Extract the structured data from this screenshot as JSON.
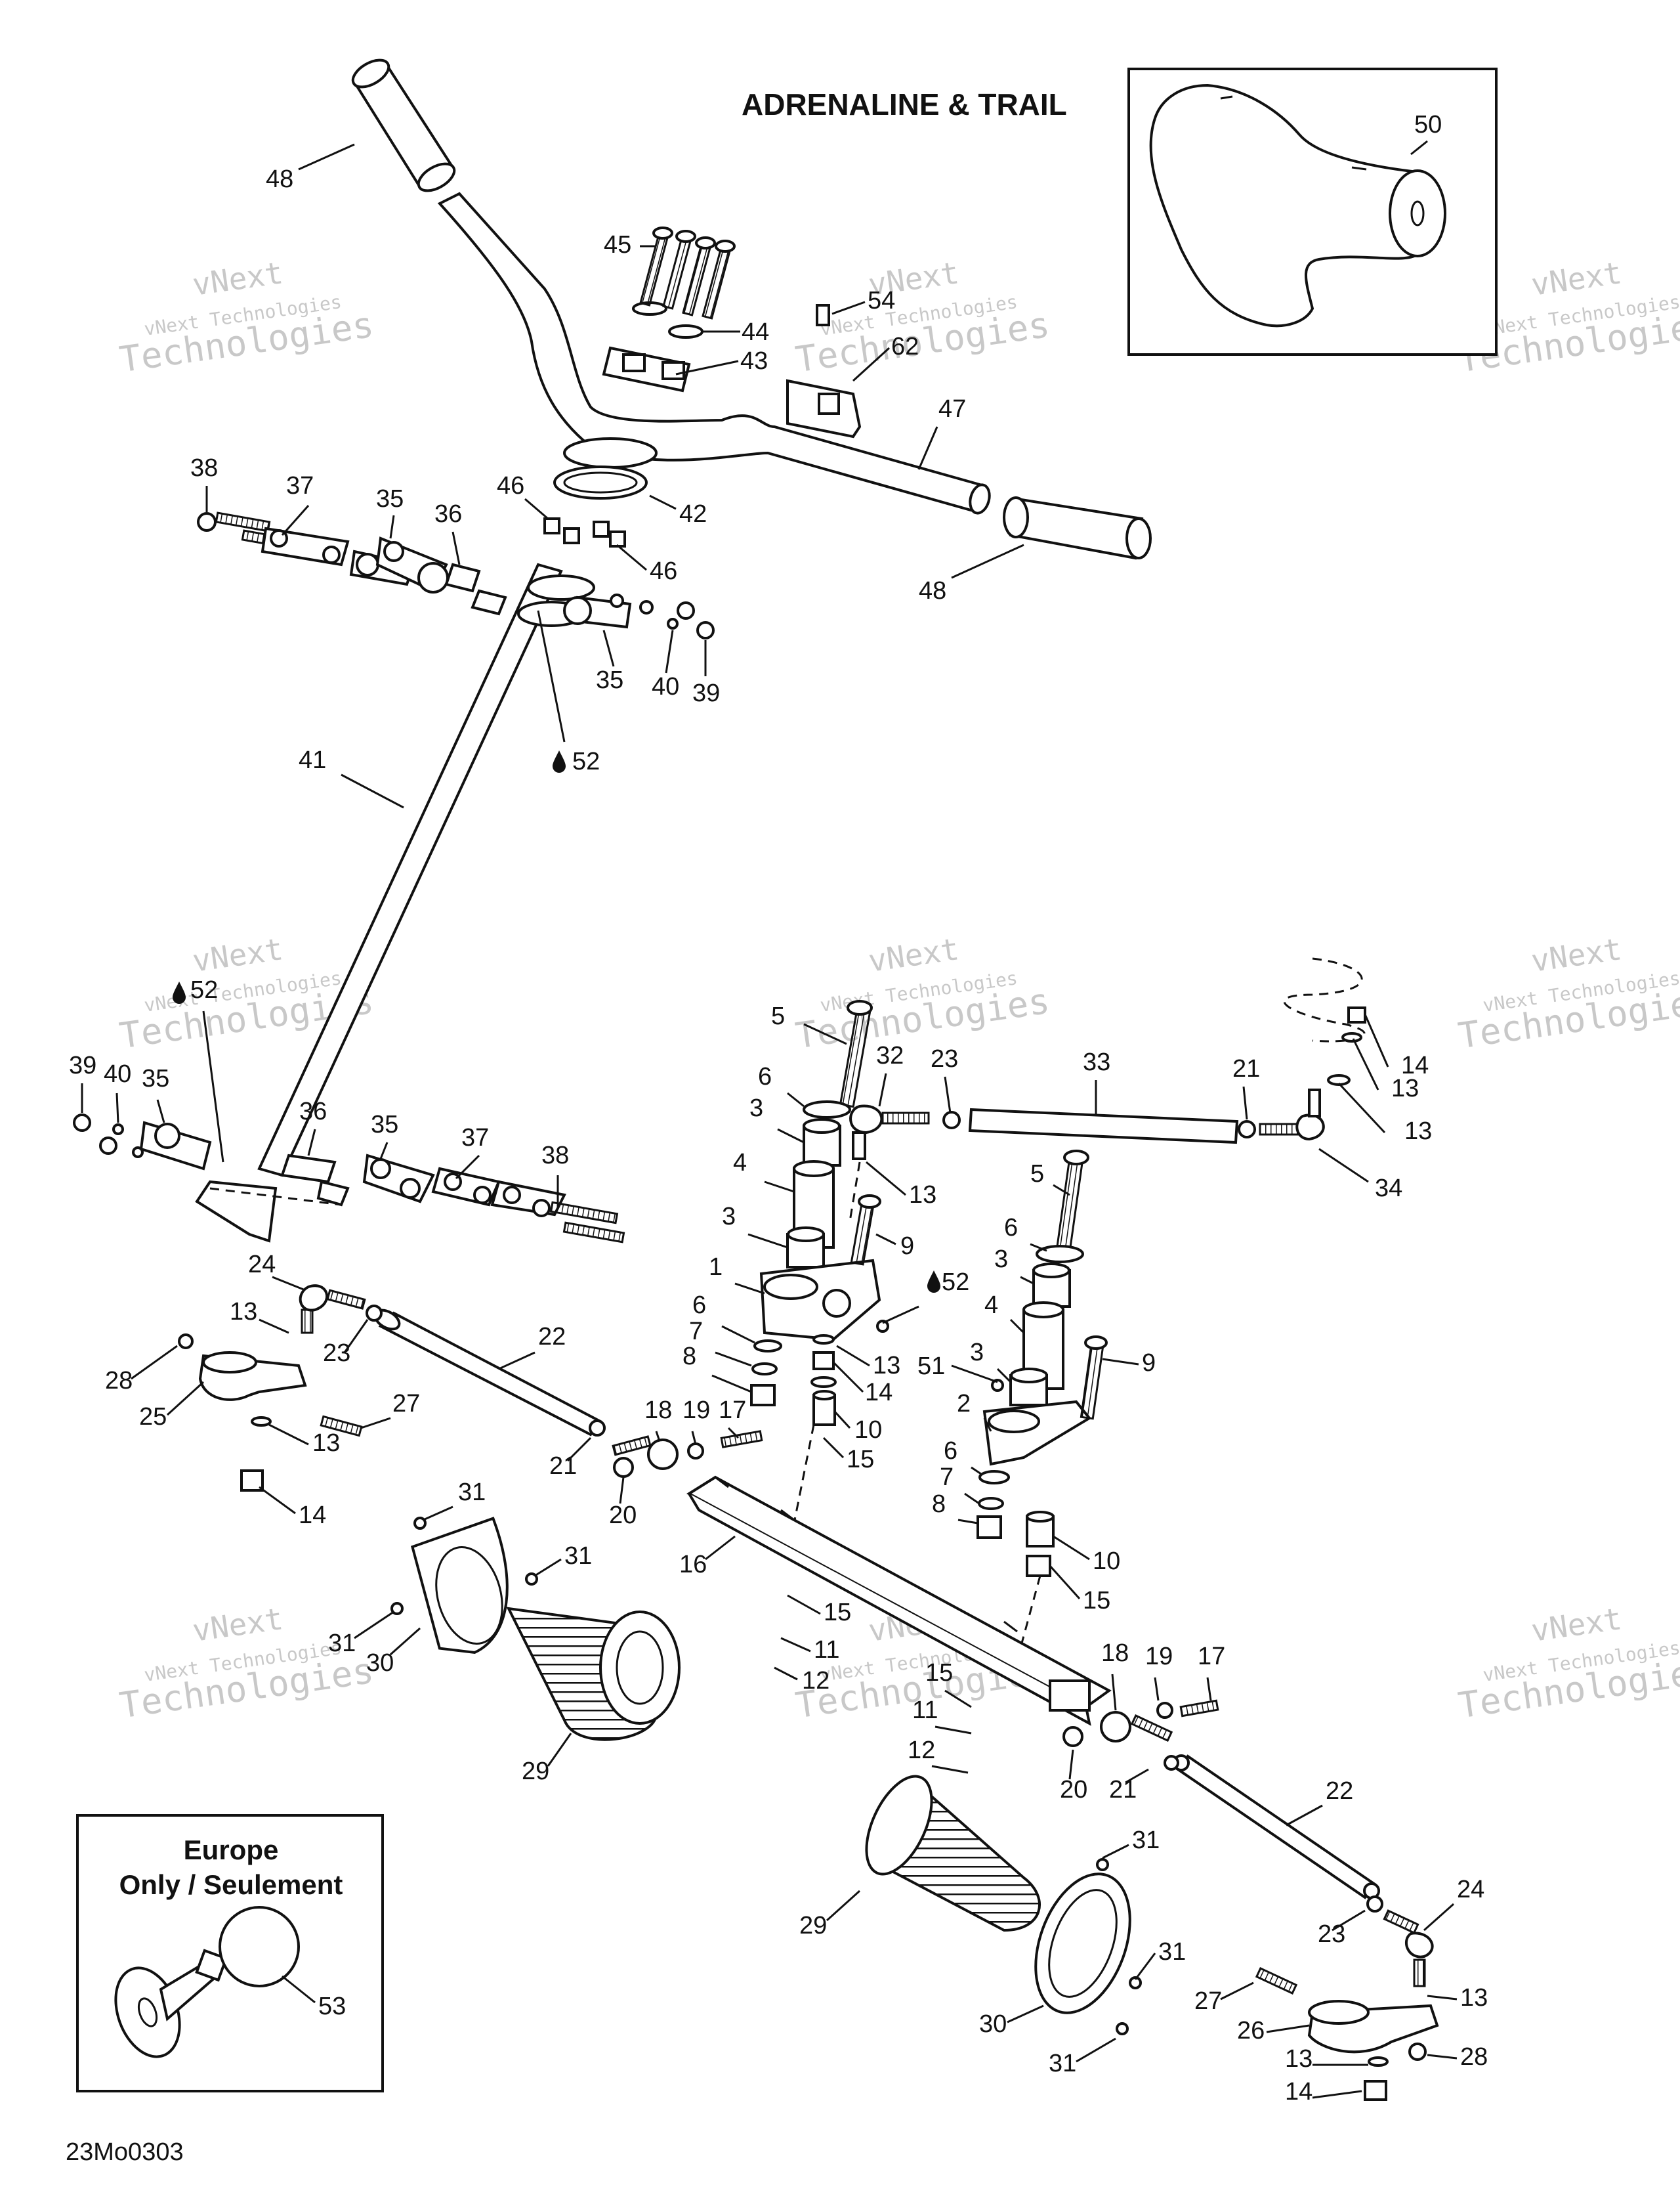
{
  "diagram": {
    "title": "ADRENALINE & TRAIL",
    "inset_europe": {
      "line1": "Europe",
      "line2": "Only / Seulement",
      "part": "53"
    },
    "inset_grip": {
      "part": "50"
    },
    "figure_code": "23Mo0303",
    "watermark": {
      "line1": "vNext",
      "line2": "vNext Technologies",
      "line3": "Technologies"
    },
    "callouts": [
      {
        "id": "c48a",
        "label": "48"
      },
      {
        "id": "c45",
        "label": "45"
      },
      {
        "id": "c44",
        "label": "44"
      },
      {
        "id": "c43",
        "label": "43"
      },
      {
        "id": "c54",
        "label": "54"
      },
      {
        "id": "c62",
        "label": "62"
      },
      {
        "id": "c47",
        "label": "47"
      },
      {
        "id": "c42",
        "label": "42"
      },
      {
        "id": "c48b",
        "label": "48"
      },
      {
        "id": "c46a",
        "label": "46"
      },
      {
        "id": "c46b",
        "label": "46"
      },
      {
        "id": "c38a",
        "label": "38"
      },
      {
        "id": "c37a",
        "label": "37"
      },
      {
        "id": "c35a",
        "label": "35"
      },
      {
        "id": "c36a",
        "label": "36"
      },
      {
        "id": "c35b",
        "label": "35"
      },
      {
        "id": "c40a",
        "label": "40"
      },
      {
        "id": "c39a",
        "label": "39"
      },
      {
        "id": "c52a",
        "label": "52"
      },
      {
        "id": "c41",
        "label": "41"
      },
      {
        "id": "c52b",
        "label": "52"
      },
      {
        "id": "c39b",
        "label": "39"
      },
      {
        "id": "c40b",
        "label": "40"
      },
      {
        "id": "c35c",
        "label": "35"
      },
      {
        "id": "c36b",
        "label": "36"
      },
      {
        "id": "c35d",
        "label": "35"
      },
      {
        "id": "c37b",
        "label": "37"
      },
      {
        "id": "c38b",
        "label": "38"
      },
      {
        "id": "c5a",
        "label": "5"
      },
      {
        "id": "c6a",
        "label": "6"
      },
      {
        "id": "c3a",
        "label": "3"
      },
      {
        "id": "c4a",
        "label": "4"
      },
      {
        "id": "c3b",
        "label": "3"
      },
      {
        "id": "c1",
        "label": "1"
      },
      {
        "id": "c32",
        "label": "32"
      },
      {
        "id": "c23a",
        "label": "23"
      },
      {
        "id": "c33",
        "label": "33"
      },
      {
        "id": "c21a",
        "label": "21"
      },
      {
        "id": "c14a",
        "label": "14"
      },
      {
        "id": "c13a",
        "label": "13"
      },
      {
        "id": "c13b",
        "label": "13"
      },
      {
        "id": "c34",
        "label": "34"
      },
      {
        "id": "c13c",
        "label": "13"
      },
      {
        "id": "c9a",
        "label": "9"
      },
      {
        "id": "c5b",
        "label": "5"
      },
      {
        "id": "c6b",
        "label": "6"
      },
      {
        "id": "c3c",
        "label": "3"
      },
      {
        "id": "c4b",
        "label": "4"
      },
      {
        "id": "c3d",
        "label": "3"
      },
      {
        "id": "c52c",
        "label": "52"
      },
      {
        "id": "c9b",
        "label": "9"
      },
      {
        "id": "c6c",
        "label": "6"
      },
      {
        "id": "c7a",
        "label": "7"
      },
      {
        "id": "c8a",
        "label": "8"
      },
      {
        "id": "c13d",
        "label": "13"
      },
      {
        "id": "c14b",
        "label": "14"
      },
      {
        "id": "c51",
        "label": "51"
      },
      {
        "id": "c10a",
        "label": "10"
      },
      {
        "id": "c15a",
        "label": "15"
      },
      {
        "id": "c2",
        "label": "2"
      },
      {
        "id": "c6d",
        "label": "6"
      },
      {
        "id": "c7b",
        "label": "7"
      },
      {
        "id": "c8b",
        "label": "8"
      },
      {
        "id": "c10b",
        "label": "10"
      },
      {
        "id": "c15b",
        "label": "15"
      },
      {
        "id": "c24a",
        "label": "24"
      },
      {
        "id": "c13e",
        "label": "13"
      },
      {
        "id": "c23b",
        "label": "23"
      },
      {
        "id": "c22a",
        "label": "22"
      },
      {
        "id": "c28a",
        "label": "28"
      },
      {
        "id": "c25",
        "label": "25"
      },
      {
        "id": "c27a",
        "label": "27"
      },
      {
        "id": "c13f",
        "label": "13"
      },
      {
        "id": "c14c",
        "label": "14"
      },
      {
        "id": "c21b",
        "label": "21"
      },
      {
        "id": "c18a",
        "label": "18"
      },
      {
        "id": "c19a",
        "label": "19"
      },
      {
        "id": "c17a",
        "label": "17"
      },
      {
        "id": "c20a",
        "label": "20"
      },
      {
        "id": "c31a",
        "label": "31"
      },
      {
        "id": "c31b",
        "label": "31"
      },
      {
        "id": "c31c",
        "label": "31"
      },
      {
        "id": "c30a",
        "label": "30"
      },
      {
        "id": "c29a",
        "label": "29"
      },
      {
        "id": "c16",
        "label": "16"
      },
      {
        "id": "c15c",
        "label": "15"
      },
      {
        "id": "c11a",
        "label": "11"
      },
      {
        "id": "c12a",
        "label": "12"
      },
      {
        "id": "c15d",
        "label": "15"
      },
      {
        "id": "c11b",
        "label": "11"
      },
      {
        "id": "c12b",
        "label": "12"
      },
      {
        "id": "c18b",
        "label": "18"
      },
      {
        "id": "c19b",
        "label": "19"
      },
      {
        "id": "c17b",
        "label": "17"
      },
      {
        "id": "c20b",
        "label": "20"
      },
      {
        "id": "c21c",
        "label": "21"
      },
      {
        "id": "c22b",
        "label": "22"
      },
      {
        "id": "c31d",
        "label": "31"
      },
      {
        "id": "c29b",
        "label": "29"
      },
      {
        "id": "c31e",
        "label": "31"
      },
      {
        "id": "c24b",
        "label": "24"
      },
      {
        "id": "c23c",
        "label": "23"
      },
      {
        "id": "c30b",
        "label": "30"
      },
      {
        "id": "c27b",
        "label": "27"
      },
      {
        "id": "c13g",
        "label": "13"
      },
      {
        "id": "c26",
        "label": "26"
      },
      {
        "id": "c31f",
        "label": "31"
      },
      {
        "id": "c13h",
        "label": "13"
      },
      {
        "id": "c28b",
        "label": "28"
      },
      {
        "id": "c14d",
        "label": "14"
      }
    ]
  }
}
